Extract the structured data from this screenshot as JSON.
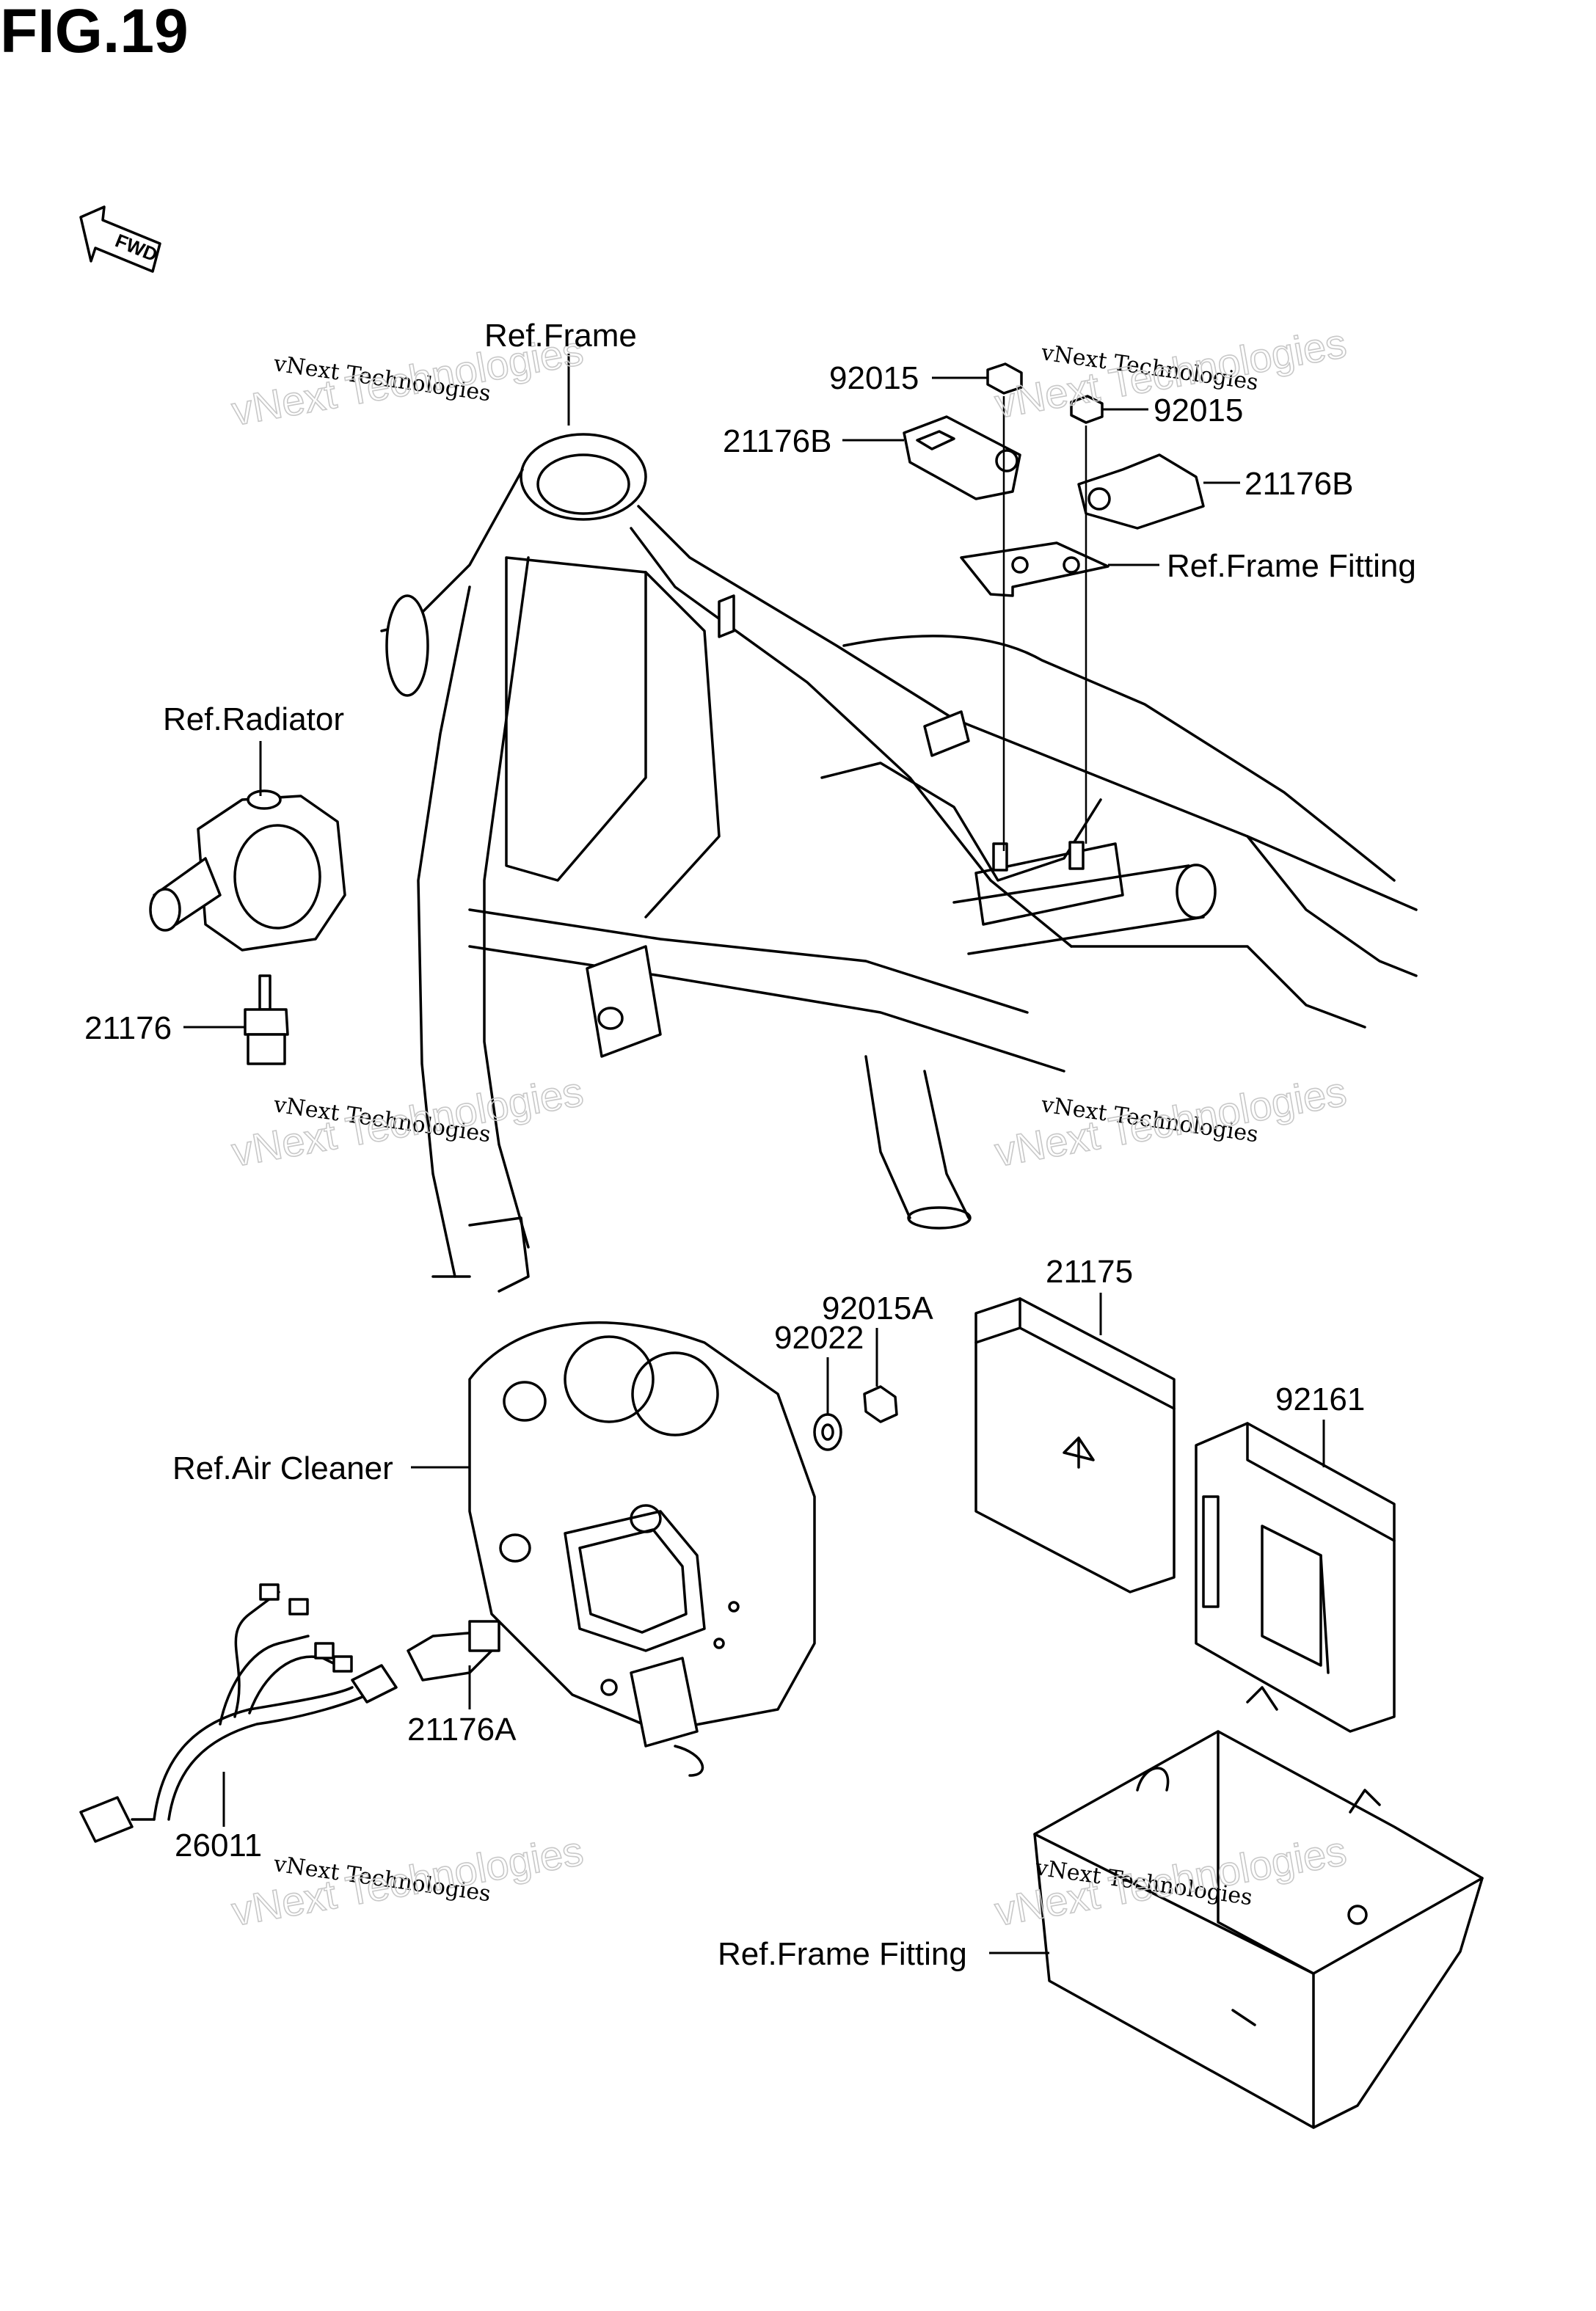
{
  "figure": {
    "title": "FIG.19"
  },
  "fwd_arrow": {
    "label": "FWD",
    "icon": "fwd-arrow-icon"
  },
  "watermark": {
    "line1": "vNext Technologies",
    "line2": "vNext Technologies"
  },
  "labels": {
    "ref_frame": "Ref.Frame",
    "nut_92015_left": "92015",
    "nut_92015_right": "92015",
    "sensor_21176b_left": "21176B",
    "sensor_21176b_right": "21176B",
    "ref_frame_fitting_top": "Ref.Frame Fitting",
    "ref_radiator": "Ref.Radiator",
    "switch_21176": "21176",
    "ecu_21175": "21175",
    "nut_92015a": "92015A",
    "washer_92022": "92022",
    "cover_92161": "92161",
    "ref_air_cleaner": "Ref.Air Cleaner",
    "sensor_21176a": "21176A",
    "harness_26011": "26011",
    "ref_frame_fitting_bottom": "Ref.Frame Fitting"
  }
}
